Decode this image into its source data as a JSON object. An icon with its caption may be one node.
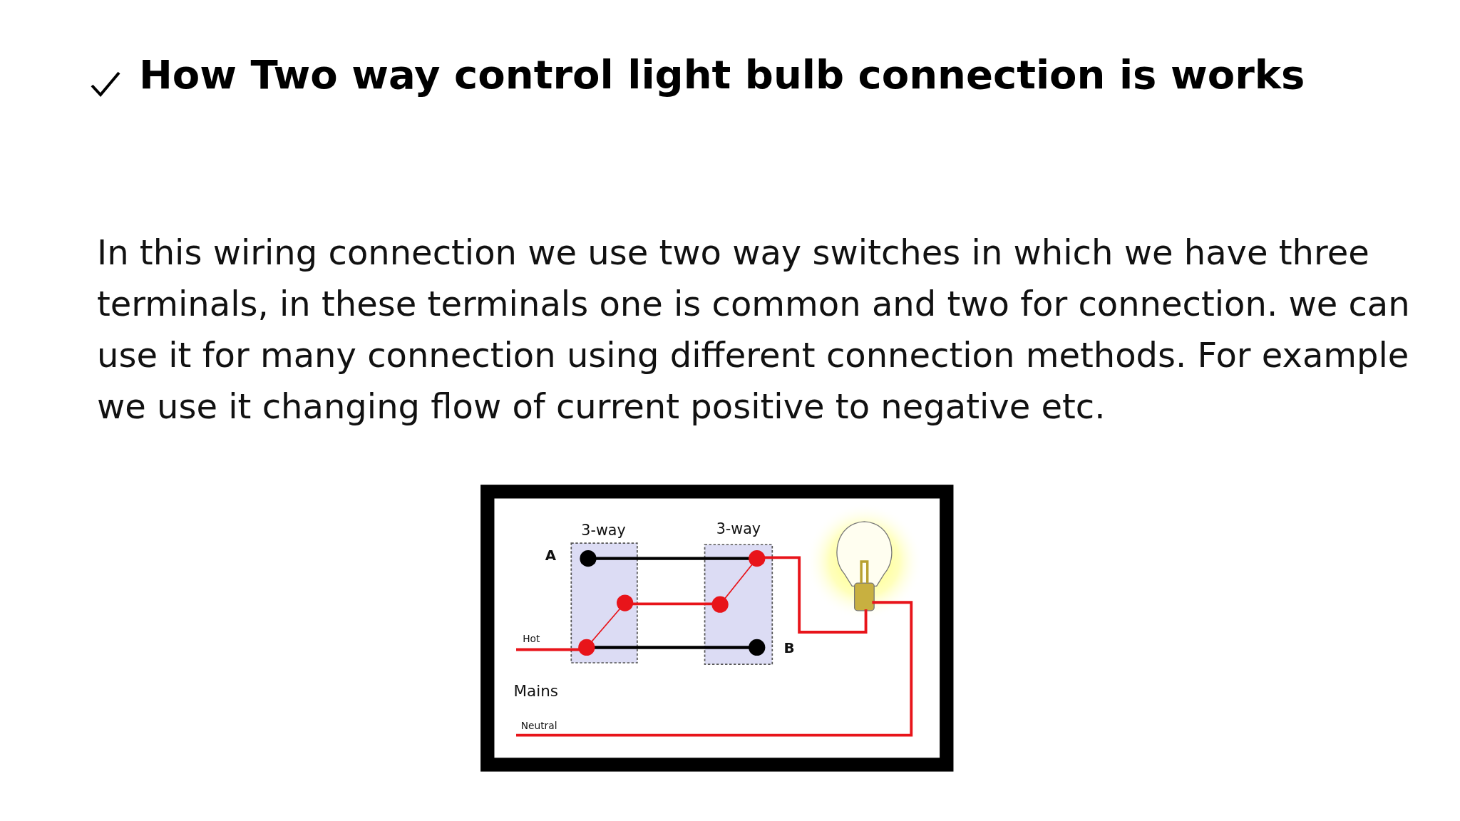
{
  "diagram": {
    "title": "How Two way control light bulb connection is works",
    "labels": [
      "In this wiring connection we use two way switches in which we have three terminals, in these terminals one is common and two for connection. we can use it for many connection using different connection methods. For example we use it changing flow of current positive to negative etc.",
      "3-way",
      "3-way",
      "A",
      "Hot",
      "B",
      "Mains",
      "Neutral"
    ]
  }
}
